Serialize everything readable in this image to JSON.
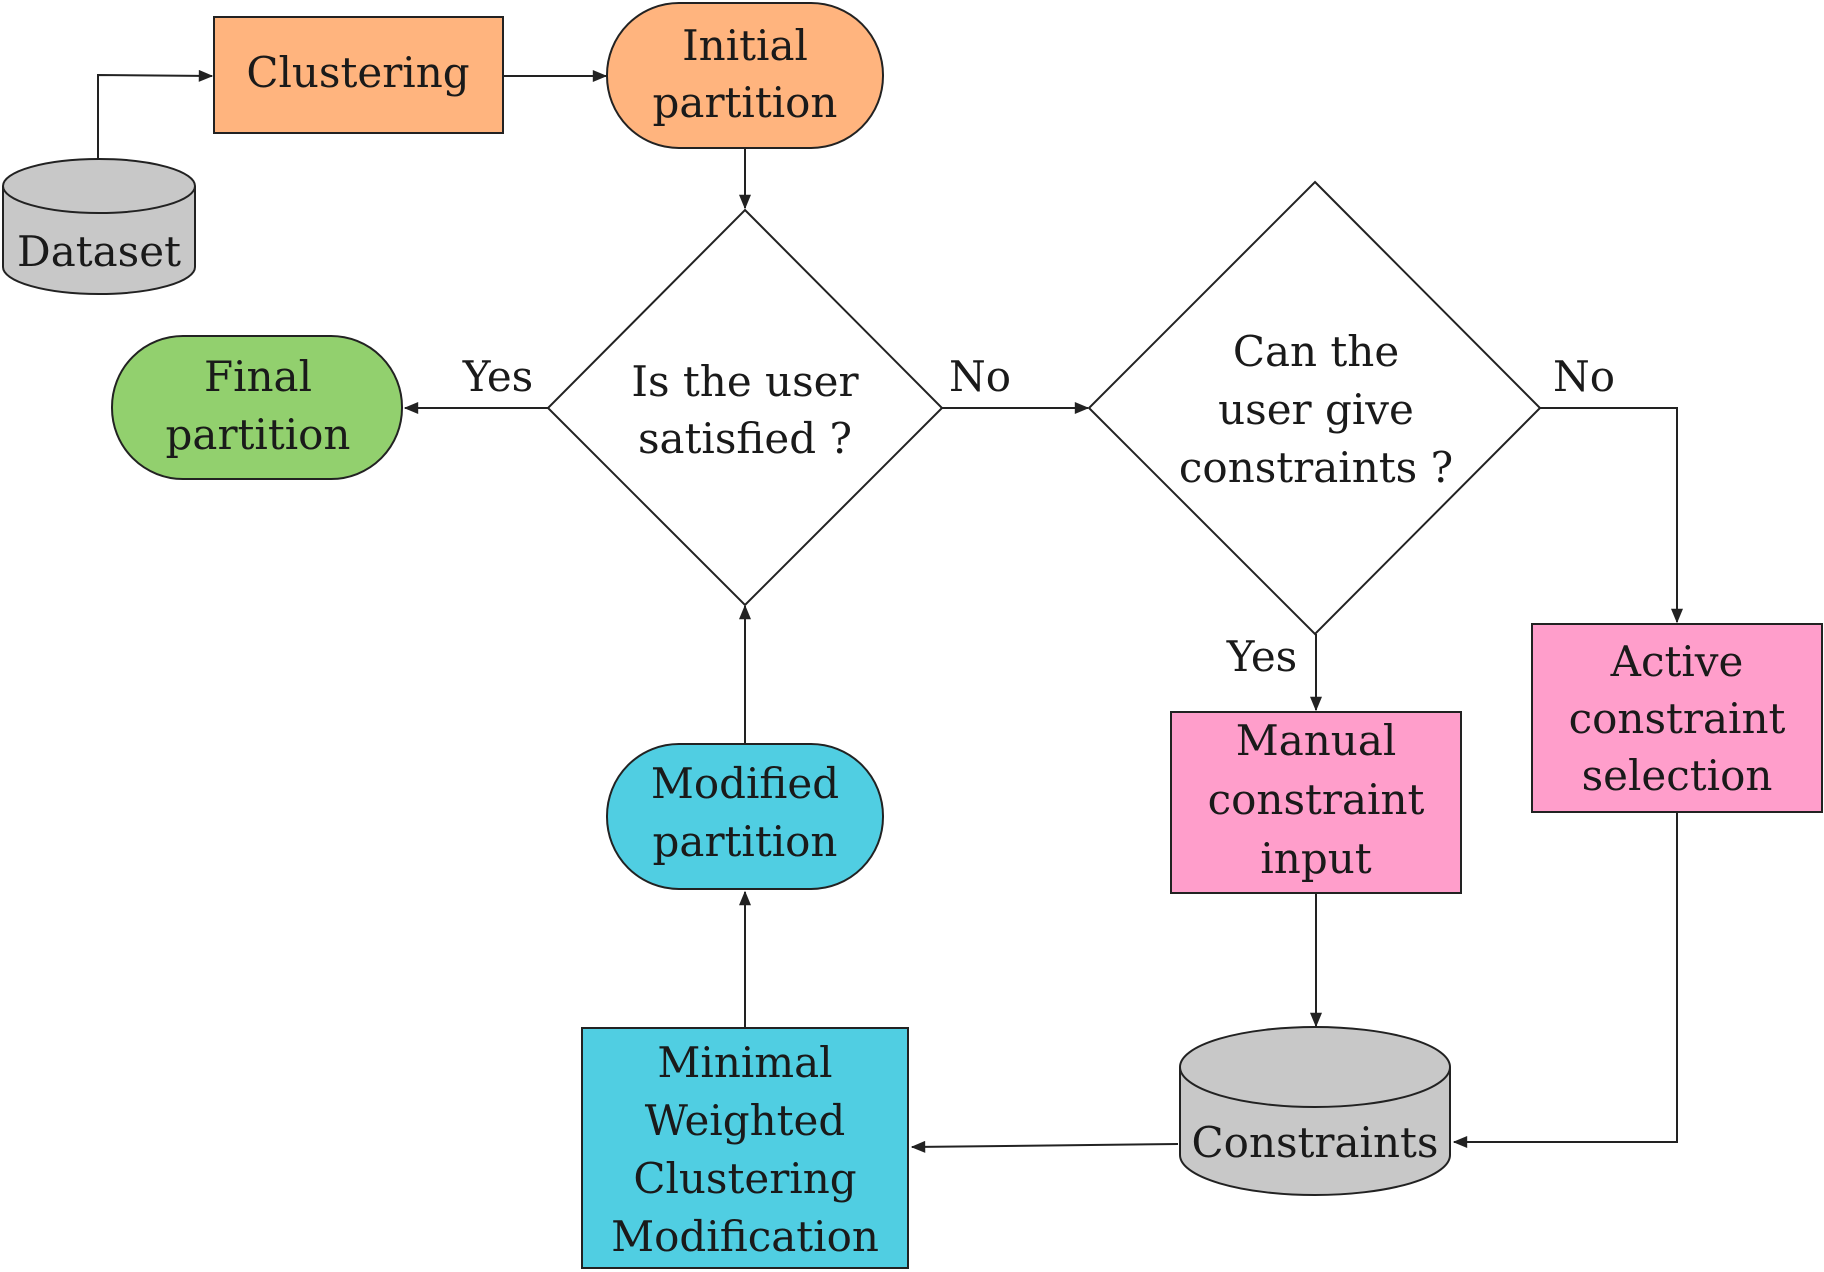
{
  "colors": {
    "orange": "#FFB47E",
    "green": "#92D06E",
    "cyan": "#50CEE2",
    "pink": "#FF9ECB",
    "gray": "#C8C8C8",
    "white": "#FFFFFF"
  },
  "nodes": {
    "dataset": {
      "label": "Dataset",
      "shape": "cylinder",
      "color": "gray"
    },
    "clustering": {
      "label": "Clustering",
      "shape": "rectangle",
      "color": "orange"
    },
    "initial_partition": {
      "lines": [
        "Initial",
        "partition"
      ],
      "shape": "stadium",
      "color": "orange"
    },
    "user_satisfied": {
      "lines": [
        "Is the user",
        "satisfied ?"
      ],
      "shape": "diamond",
      "color": "white"
    },
    "final_partition": {
      "lines": [
        "Final",
        "partition"
      ],
      "shape": "stadium",
      "color": "green"
    },
    "give_constraints": {
      "lines": [
        "Can the",
        "user give",
        "constraints ?"
      ],
      "shape": "diamond",
      "color": "white"
    },
    "manual_input": {
      "lines": [
        "Manual",
        "constraint",
        "input"
      ],
      "shape": "rectangle",
      "color": "pink"
    },
    "active_selection": {
      "lines": [
        "Active",
        "constraint",
        "selection"
      ],
      "shape": "rectangle",
      "color": "pink"
    },
    "constraints": {
      "label": "Constraints",
      "shape": "cylinder",
      "color": "gray"
    },
    "mwcm": {
      "lines": [
        "Minimal",
        "Weighted",
        "Clustering",
        "Modification"
      ],
      "shape": "rectangle",
      "color": "cyan"
    },
    "modified_partition": {
      "lines": [
        "Modified",
        "partition"
      ],
      "shape": "stadium",
      "color": "cyan"
    }
  },
  "edge_labels": {
    "satisfied_yes": "Yes",
    "satisfied_no": "No",
    "constraints_no": "No",
    "constraints_yes": "Yes"
  }
}
